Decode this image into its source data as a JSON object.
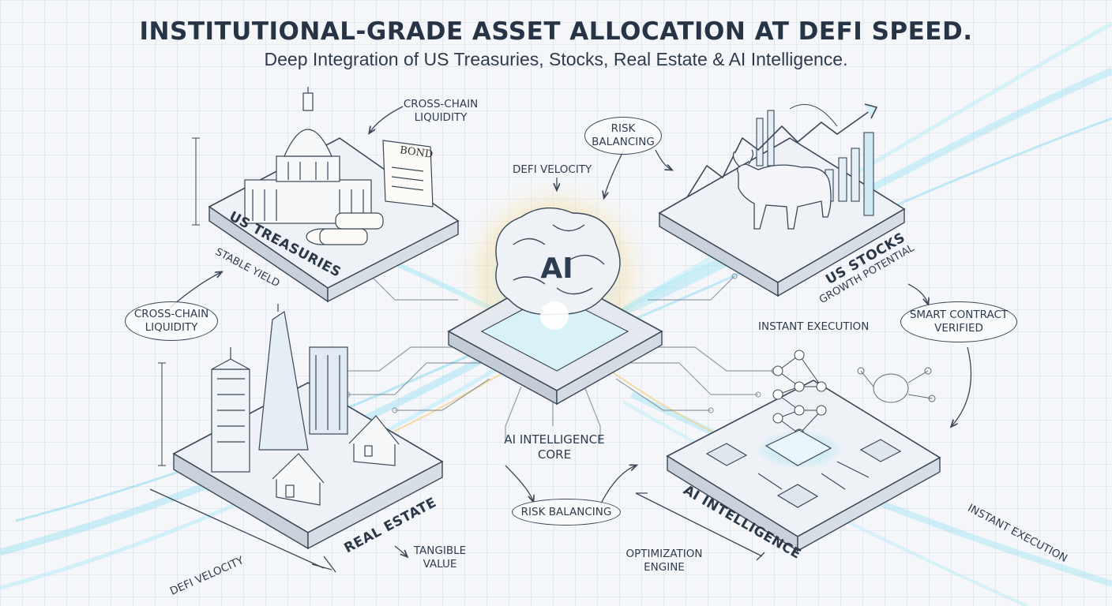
{
  "header": {
    "title": "INSTITUTIONAL-GRADE ASSET ALLOCATION AT DEFI SPEED.",
    "subtitle": "Deep Integration of US Treasuries, Stocks, Real Estate & AI Intelligence."
  },
  "core": {
    "brain_label": "AI",
    "name_line1": "AI INTELLIGENCE",
    "name_line2": "CORE",
    "top_label": "DEFI VELOCITY",
    "right_label": "INSTANT EXECUTION"
  },
  "platforms": {
    "treasuries": {
      "name": "US TREASURIES",
      "tag": "STABLE YIELD",
      "bond": "BOND"
    },
    "stocks": {
      "name": "US STOCKS",
      "tag": "GROWTH POTENTIAL"
    },
    "real_estate": {
      "name": "REAL ESTATE",
      "tag_line1": "TANGIBLE",
      "tag_line2": "VALUE"
    },
    "ai": {
      "name": "AI INTELLIGENCE",
      "tag_line1": "OPTIMIZATION",
      "tag_line2": "ENGINE"
    }
  },
  "annotations": {
    "cross_chain_top_line1": "CROSS-CHAIN",
    "cross_chain_top_line2": "LIQUIDITY",
    "risk_top_line1": "RISK",
    "risk_top_line2": "BALANCING",
    "cross_chain_left_line1": "CROSS-CHAIN",
    "cross_chain_left_line2": "LIQUIDITY",
    "smart_contract_line1": "SMART CONTRACT",
    "smart_contract_line2": "VERIFIED",
    "risk_bottom": "RISK BALANCING",
    "instant_bottom": "INSTANT EXECUTION",
    "defi_bottom": "DEFI VELOCITY"
  },
  "colors": {
    "stream_cyan": "#7fd8ef",
    "glow_gold": "#f3c766",
    "ink": "#2b3a4d",
    "platform_top": "#eef2f6",
    "platform_side": "#c9d1db"
  }
}
